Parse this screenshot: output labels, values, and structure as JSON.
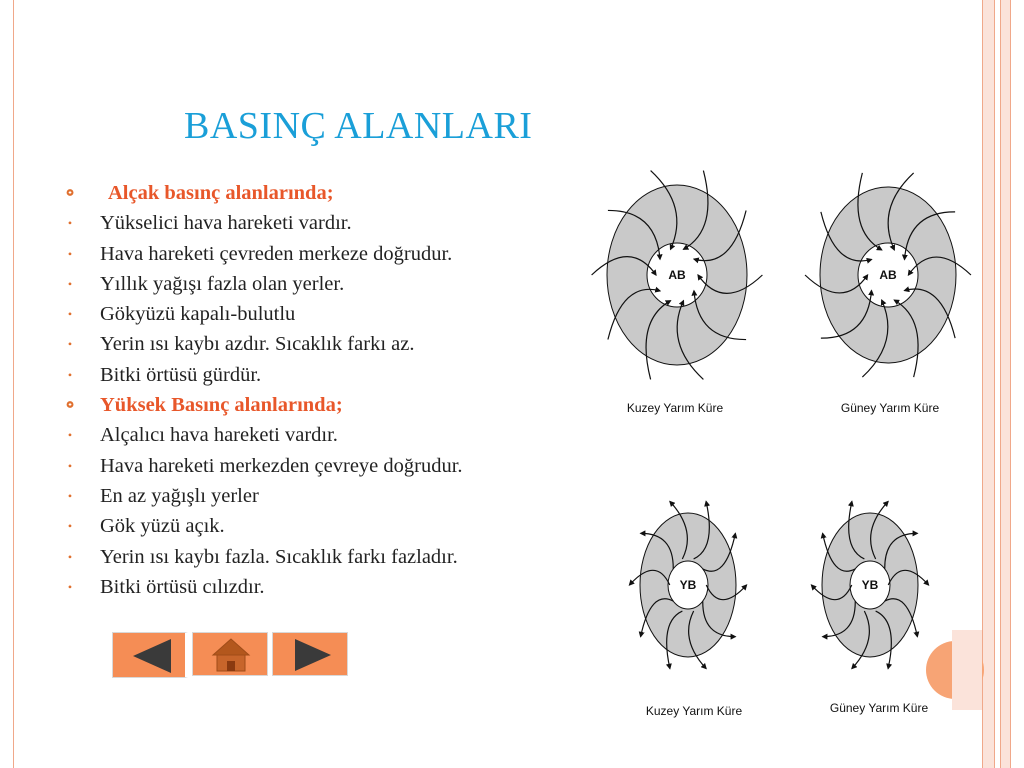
{
  "slide": {
    "title": "BASINÇ ALANLARI",
    "items": [
      {
        "text": "Alçak basınç alanlarında;",
        "kind": "head"
      },
      {
        "text": "Yükselici hava hareketi vardır.",
        "kind": "item"
      },
      {
        "text": "Hava hareketi çevreden merkeze doğrudur.",
        "kind": "item"
      },
      {
        "text": "Yıllık yağışı fazla olan yerler.",
        "kind": "item"
      },
      {
        "text": "Gökyüzü kapalı-bulutlu",
        "kind": "item"
      },
      {
        "text": "Yerin ısı kaybı azdır. Sıcaklık farkı az.",
        "kind": "item"
      },
      {
        "text": "Bitki örtüsü gürdür.",
        "kind": "item"
      },
      {
        "text": "Yüksek Basınç alanlarında;",
        "kind": "head"
      },
      {
        "text": "Alçalıcı hava hareketi vardır.",
        "kind": "item"
      },
      {
        "text": "Hava hareketi merkezden çevreye doğrudur.",
        "kind": "item"
      },
      {
        "text": "En az yağışlı yerler",
        "kind": "item"
      },
      {
        "text": "Gök yüzü açık.",
        "kind": "item"
      },
      {
        "text": "Yerin ısı kaybı fazla. Sıcaklık farkı fazladır.",
        "kind": "item"
      },
      {
        "text": "Bitki örtüsü cılızdır.",
        "kind": "item"
      }
    ]
  },
  "diagrams": {
    "low_center_label": "AB",
    "high_center_label": "YB",
    "captions": {
      "low_north": "Kuzey Yarım Küre",
      "low_south": "Güney Yarım Küre",
      "high_north": "Kuzey Yarım Küre",
      "high_south": "Güney Yarım Küre"
    }
  },
  "nav": {
    "prev_icon": "left-triangle-icon",
    "home_icon": "home-icon",
    "next_icon": "right-triangle-icon"
  },
  "colors": {
    "title": "#1a9fd8",
    "heading": "#e8572a",
    "nav_button": "#f58d55",
    "ring": "#c9c9c9"
  }
}
